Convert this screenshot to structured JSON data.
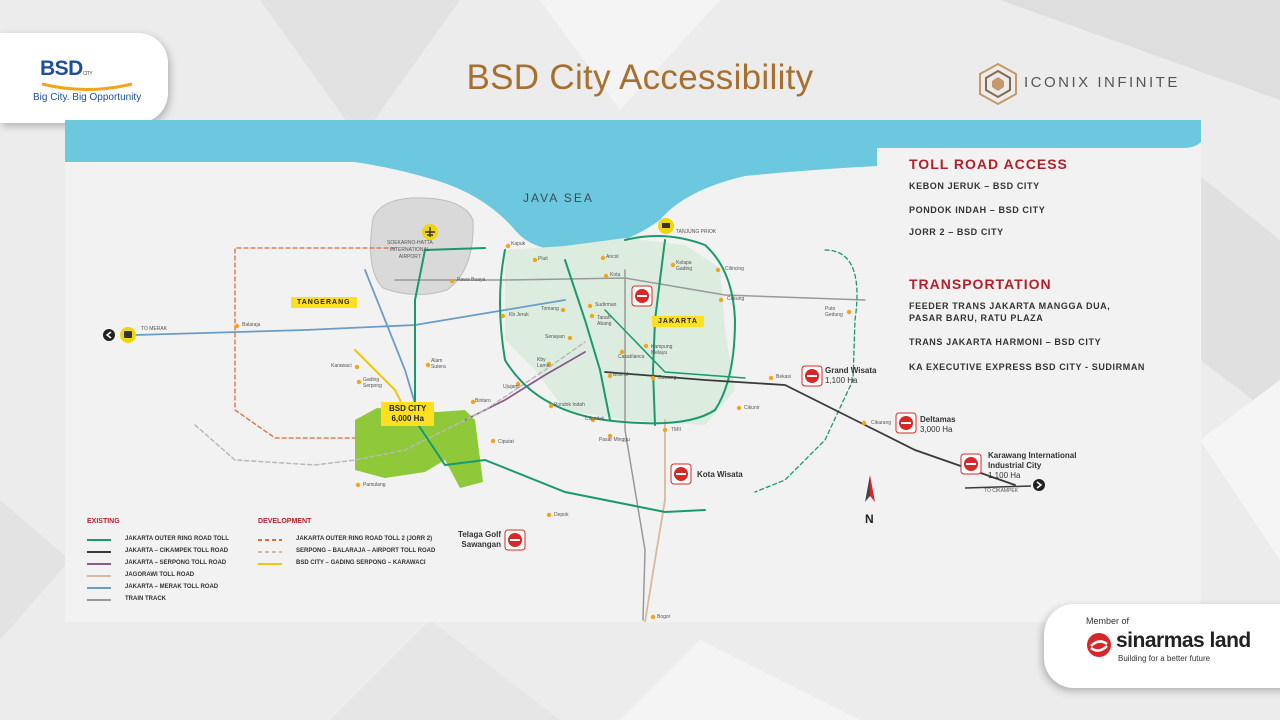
{
  "header": {
    "brand_bold": "BSD",
    "brand_light": "CITY",
    "tagline": "Big City. Big Opportunity",
    "title": "BSD City Accessibility",
    "partner": "ICONIX INFINITE"
  },
  "map": {
    "sea_label": "JAVA SEA",
    "airport_label": "SOEKARNO-HATTA\nINTERNATIONAL\nAIRPORT",
    "port_label": "TANJUNG PRIOK",
    "tangerang_label": "TANGERANG",
    "jakarta_label": "JAKARTA",
    "to_merak": "TO MERAK",
    "to_cikampek": "TO CIKAMPEK",
    "north": "N",
    "bsd_box": {
      "name": "BSD CITY",
      "area": "6,000 Ha"
    },
    "cities": [
      "Kapuk",
      "Pluit",
      "Ancol",
      "Kelapa Gading",
      "Kota",
      "Cilincing",
      "Rawa Buaya",
      "Sudirman",
      "Cakung",
      "Tomang",
      "Kb Jeruk",
      "Tanah Abang",
      "Puto Gedung",
      "Balaraja",
      "Senayan",
      "Kampung Melayu",
      "Casablanca",
      "Alam Sutera",
      "Karawaci",
      "Kby Lama",
      "Blok M",
      "Cawang",
      "Bekasi",
      "Gading Serpong",
      "Ujujami",
      "Bintaro",
      "Pondok Indah",
      "Cikunir",
      "Cilandak",
      "Cikarang",
      "Pasar Minggu",
      "TMII",
      "Ciputat",
      "Pamulang",
      "Depok",
      "Bogor"
    ],
    "developments": [
      {
        "name": "Grand Wisata",
        "area": "1,100 Ha"
      },
      {
        "name": "Deltamas",
        "area": "3,000 Ha"
      },
      {
        "name": "Karawang International Industrial City",
        "area": "1,100 Ha"
      },
      {
        "name": "Kota Wisata",
        "area": ""
      },
      {
        "name": "Telaga Golf Sawangan",
        "area": ""
      }
    ]
  },
  "info": {
    "toll_title": "TOLL ROAD ACCESS",
    "toll_items": [
      "KEBON JERUK – BSD CITY",
      "PONDOK INDAH – BSD CITY",
      "JORR 2 – BSD CITY"
    ],
    "transport_title": "TRANSPORTATION",
    "transport_items": [
      "FEEDER TRANS JAKARTA MANGGA DUA,\nPASAR BARU, RATU PLAZA",
      "TRANS JAKARTA HARMONI – BSD CITY",
      "KA EXECUTIVE EXPRESS BSD CITY - SUDIRMAN"
    ]
  },
  "legend": {
    "existing_title": "EXISTING",
    "existing": [
      {
        "label": "JAKARTA OUTER RING ROAD TOLL",
        "color": "#1a9a6c"
      },
      {
        "label": "JAKARTA – CIKAMPEK TOLL ROAD",
        "color": "#3a3a3a"
      },
      {
        "label": "JAKARTA – SERPONG TOLL ROAD",
        "color": "#8a5a8a"
      },
      {
        "label": "JAGORAWI TOLL ROAD",
        "color": "#d8b9a0"
      },
      {
        "label": "JAKARTA – MERAK TOLL ROAD",
        "color": "#6b9cc8"
      },
      {
        "label": "TRAIN TRACK",
        "color": "#999999"
      }
    ],
    "development_title": "DEVELOPMENT",
    "development": [
      {
        "label": "JAKARTA OUTER RING ROAD TOLL 2 (JORR 2)",
        "color": "#e06a3a"
      },
      {
        "label": "SERPONG – BALARAJA – AIRPORT TOLL ROAD",
        "color": "#d8b9a0"
      },
      {
        "label": "BSD CITY – GADING SERPONG – KARAWACI",
        "color": "#f2c318"
      }
    ]
  },
  "footer": {
    "member_of": "Member of",
    "brand": "sinarmas land",
    "tagline": "Building for a better future"
  }
}
